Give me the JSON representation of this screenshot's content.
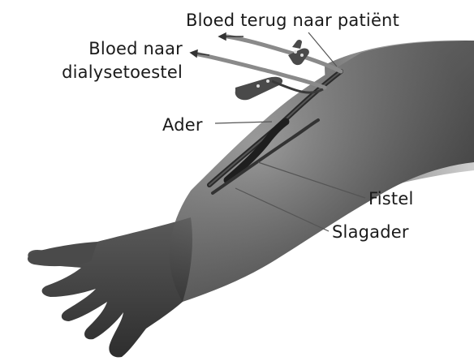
{
  "labels": {
    "return_blood": "Bloed terug naar patiënt",
    "to_machine_line1": "Bloed naar",
    "to_machine_line2": "dialysetoestel",
    "vein": "Ader",
    "fistula": "Fistel",
    "artery": "Slagader"
  },
  "colors": {
    "skin_dark": "#3a3a3a",
    "skin_mid": "#6b6b6b",
    "skin_light": "#b8b8b8",
    "vessel": "#2a2a2a",
    "tube": "#9a9a9a",
    "leader_line": "#555555"
  }
}
